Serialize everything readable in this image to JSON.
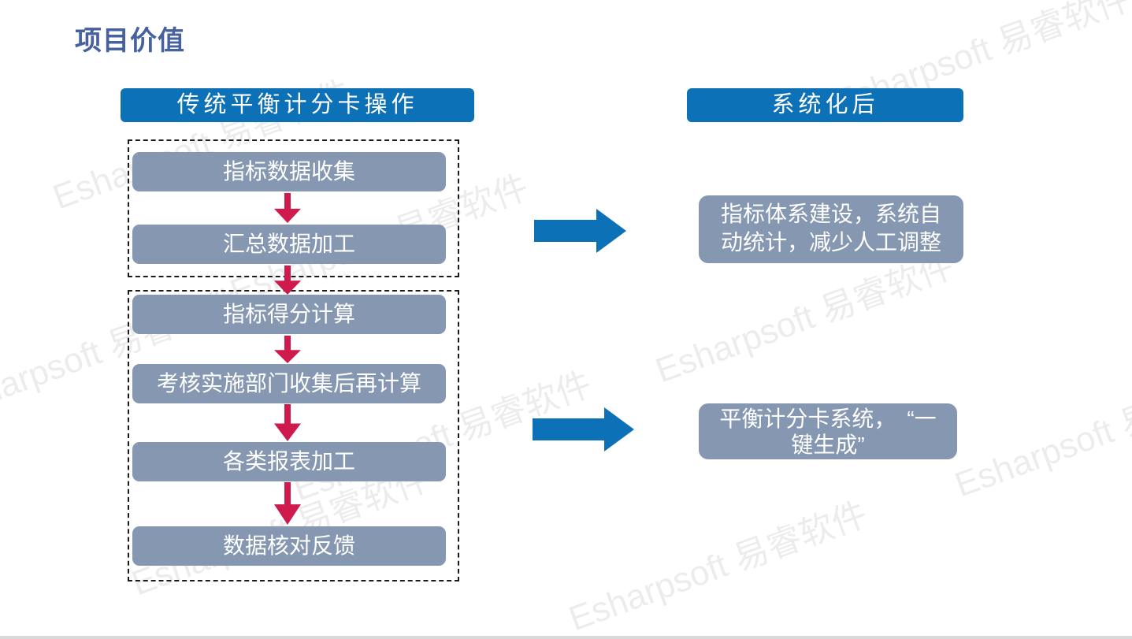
{
  "title": "项目价值",
  "watermark": {
    "text": "Esharpsoft 易睿软件"
  },
  "left_column": {
    "header": "传统平衡计分卡操作",
    "groups": [
      {
        "boxes": [
          "指标数据收集",
          "汇总数据加工"
        ]
      },
      {
        "boxes": [
          "指标得分计算",
          "考核实施部门收集后再计算",
          "各类报表加工",
          "数据核对反馈"
        ]
      }
    ]
  },
  "right_column": {
    "header": "系统化后",
    "results": [
      {
        "lines": [
          "指标体系建设，系统自",
          "动统计，减少人工调整"
        ]
      },
      {
        "lines": [
          "平衡计分卡系统，　“一",
          "键生成”"
        ]
      }
    ]
  },
  "colors": {
    "accent_blue": "#0D71B7",
    "box_gray": "#8597B1",
    "arrow_red": "#CE1A4D",
    "title_blue": "#46619E",
    "bottom_edge": "#D9D9D9"
  }
}
